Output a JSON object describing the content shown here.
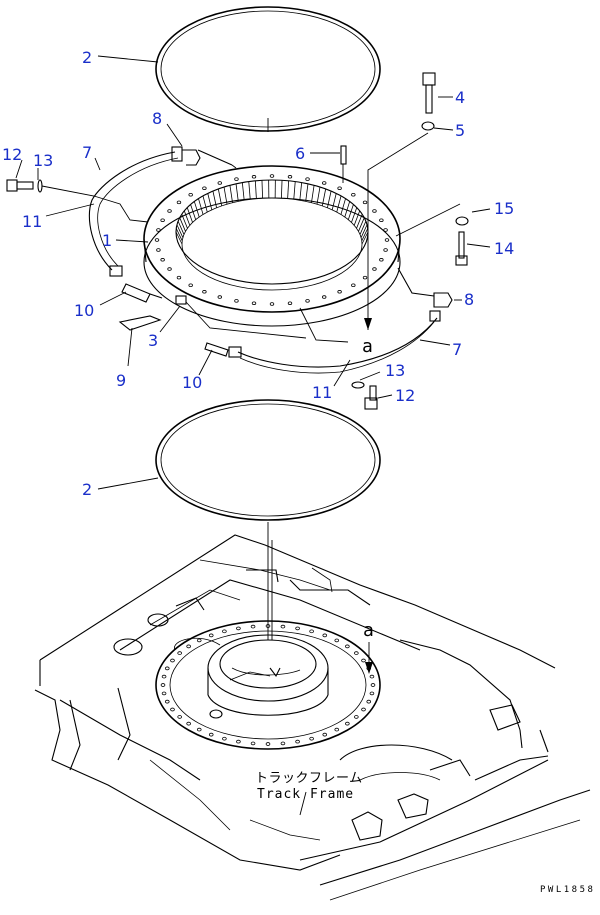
{
  "callouts": [
    {
      "id": "c2a",
      "text": "2"
    },
    {
      "id": "c8a",
      "text": "8"
    },
    {
      "id": "c12a",
      "text": "12"
    },
    {
      "id": "c13a",
      "text": "13"
    },
    {
      "id": "c7a",
      "text": "7"
    },
    {
      "id": "c6",
      "text": "6"
    },
    {
      "id": "c4",
      "text": "4"
    },
    {
      "id": "c5",
      "text": "5"
    },
    {
      "id": "c11a",
      "text": "11"
    },
    {
      "id": "c1",
      "text": "1"
    },
    {
      "id": "c15",
      "text": "15"
    },
    {
      "id": "c14",
      "text": "14"
    },
    {
      "id": "c10a",
      "text": "10"
    },
    {
      "id": "c8b",
      "text": "8"
    },
    {
      "id": "c3",
      "text": "3"
    },
    {
      "id": "c7b",
      "text": "7"
    },
    {
      "id": "c9",
      "text": "9"
    },
    {
      "id": "c10b",
      "text": "10"
    },
    {
      "id": "c13b",
      "text": "13"
    },
    {
      "id": "c11b",
      "text": "11"
    },
    {
      "id": "c12b",
      "text": "12"
    },
    {
      "id": "c2b",
      "text": "2"
    }
  ],
  "reference_marks": {
    "top": "a",
    "bottom": "a"
  },
  "track_frame_label": {
    "japanese": "トラックフレーム",
    "english": "Track Frame"
  },
  "drawing_code": "PWL1858",
  "colors": {
    "callout": "#1a2fc9",
    "line": "#000000",
    "background": "#ffffff"
  }
}
